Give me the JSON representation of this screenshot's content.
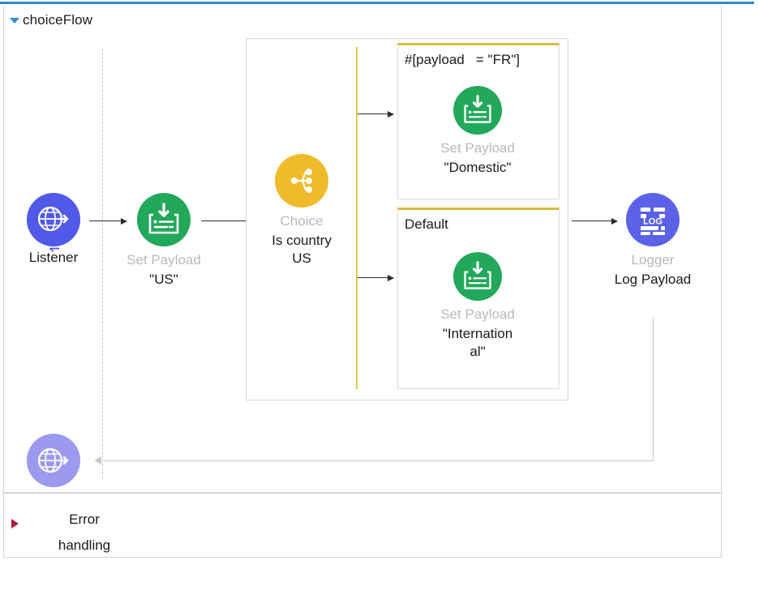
{
  "flow": {
    "title": "choiceFlow",
    "expand_icon": "triangle-down-icon",
    "accent_color": "#2e8bd0"
  },
  "error_section": {
    "label": "Error\nhandling",
    "label_line1": "Error",
    "label_line2": "handling",
    "marker_icon": "triangle-right-icon",
    "marker_color": "#b51b43"
  },
  "nodes": {
    "listener": {
      "type": "Listener",
      "name": "Listener",
      "icon": "globe-arrow-icon",
      "color": "#5059e8"
    },
    "set_payload_us": {
      "type": "Set Payload",
      "name": "\"US\"",
      "icon": "set-payload-icon",
      "color": "#22a85a"
    },
    "choice": {
      "type": "Choice",
      "name_line1": "Is country",
      "name_line2": "US",
      "icon": "choice-branch-icon",
      "color": "#efbb2a"
    },
    "set_payload_domestic": {
      "type": "Set Payload",
      "name": "\"Domestic\"",
      "icon": "set-payload-icon",
      "color": "#22a85a"
    },
    "set_payload_international": {
      "type": "Set Payload",
      "name_line1": "\"Internation",
      "name_line2": "al\"",
      "icon": "set-payload-icon",
      "color": "#22a85a"
    },
    "logger": {
      "type": "Logger",
      "name": "Log Payload",
      "icon": "log-icon",
      "color": "#5b62e8",
      "glyph_text": "LOG"
    },
    "response": {
      "type": "Listener response",
      "icon": "globe-arrow-icon",
      "color": "#9b9aef"
    }
  },
  "branches": [
    {
      "title": "#[payload   = \"FR\"]",
      "accent": "#d9bc3e"
    },
    {
      "title": "Default",
      "accent": "#d9bc3e"
    }
  ]
}
